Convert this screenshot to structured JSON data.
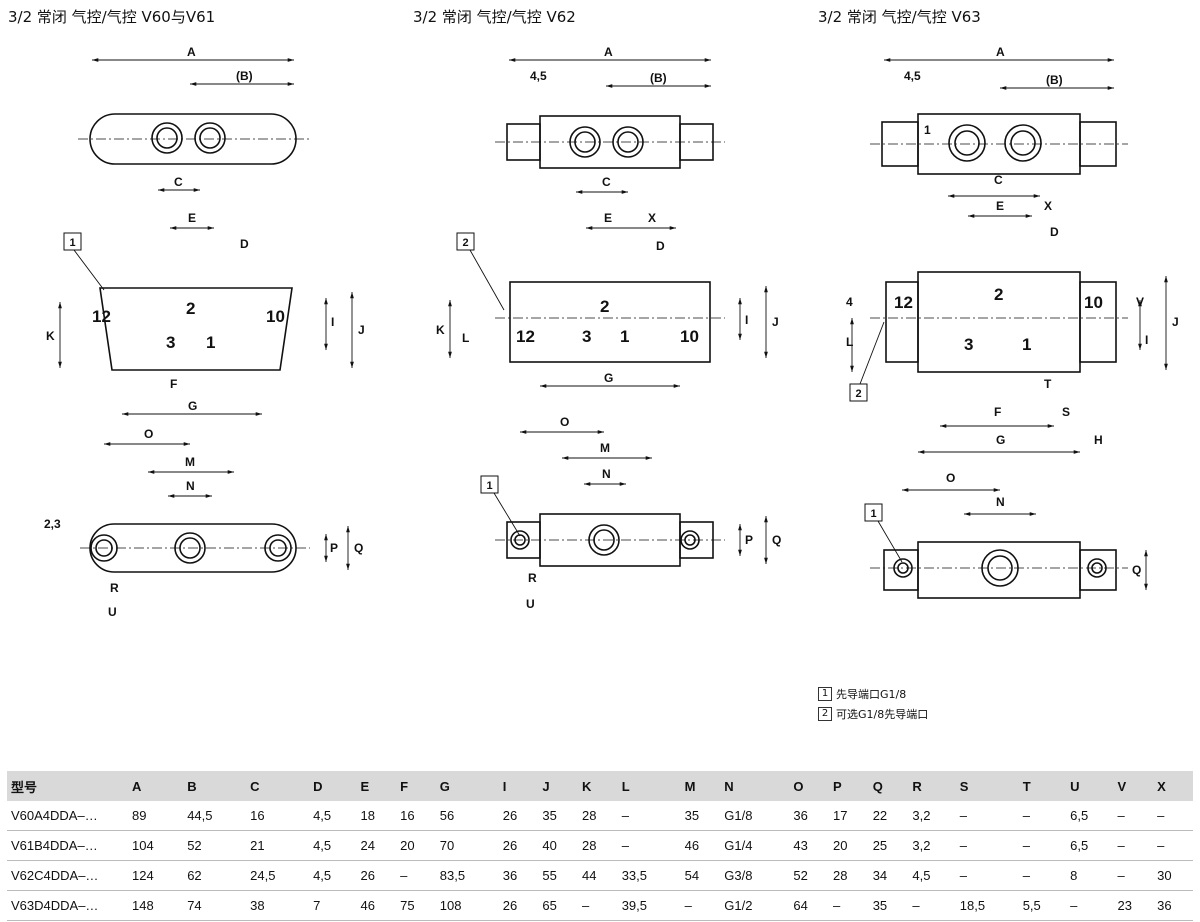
{
  "titles": {
    "v60_v61": "3/2 常闭 气控/气控 V60与V61",
    "v62": "3/2 常闭 气控/气控 V62",
    "v63": "3/2 常闭 气控/气控 V63"
  },
  "dims": {
    "A": "A",
    "B": "(B)",
    "C": "C",
    "D": "D",
    "E": "E",
    "F": "F",
    "G": "G",
    "H": "H",
    "I": "I",
    "J": "J",
    "K": "K",
    "L": "L",
    "M": "M",
    "N": "N",
    "O": "O",
    "P": "P",
    "Q": "Q",
    "R": "R",
    "S": "S",
    "T": "T",
    "U": "U",
    "V": "V",
    "X": "X",
    "d45": "4,5",
    "d23": "2,3",
    "d4": "4",
    "d1": "1"
  },
  "ports": {
    "p1": "1",
    "p2": "2",
    "p3": "3",
    "p10": "10",
    "p12": "12"
  },
  "callouts": {
    "c1": "1",
    "c2": "2"
  },
  "legend": [
    {
      "num": "1",
      "text": "先导端口G1/8"
    },
    {
      "num": "2",
      "text": "可选G1/8先导端口"
    }
  ],
  "table": {
    "headers": [
      "型号",
      "A",
      "B",
      "C",
      "D",
      "E",
      "F",
      "G",
      "I",
      "J",
      "K",
      "L",
      "M",
      "N",
      "O",
      "P",
      "Q",
      "R",
      "S",
      "T",
      "U",
      "V",
      "X"
    ],
    "rows": [
      [
        "V60A4DDA–…",
        "89",
        "44,5",
        "16",
        "4,5",
        "18",
        "16",
        "56",
        "26",
        "35",
        "28",
        "–",
        "35",
        "G1/8",
        "36",
        "17",
        "22",
        "3,2",
        "–",
        "–",
        "6,5",
        "–",
        "–"
      ],
      [
        "V61B4DDA–…",
        "104",
        "52",
        "21",
        "4,5",
        "24",
        "20",
        "70",
        "26",
        "40",
        "28",
        "–",
        "46",
        "G1/4",
        "43",
        "20",
        "25",
        "3,2",
        "–",
        "–",
        "6,5",
        "–",
        "–"
      ],
      [
        "V62C4DDA–…",
        "124",
        "62",
        "24,5",
        "4,5",
        "26",
        "–",
        "83,5",
        "36",
        "55",
        "44",
        "33,5",
        "54",
        "G3/8",
        "52",
        "28",
        "34",
        "4,5",
        "–",
        "–",
        "8",
        "–",
        "30"
      ],
      [
        "V63D4DDA–…",
        "148",
        "74",
        "38",
        "7",
        "46",
        "75",
        "108",
        "26",
        "65",
        "–",
        "39,5",
        "–",
        "G1/2",
        "64",
        "–",
        "35",
        "–",
        "18,5",
        "5,5",
        "–",
        "23",
        "36"
      ]
    ]
  }
}
